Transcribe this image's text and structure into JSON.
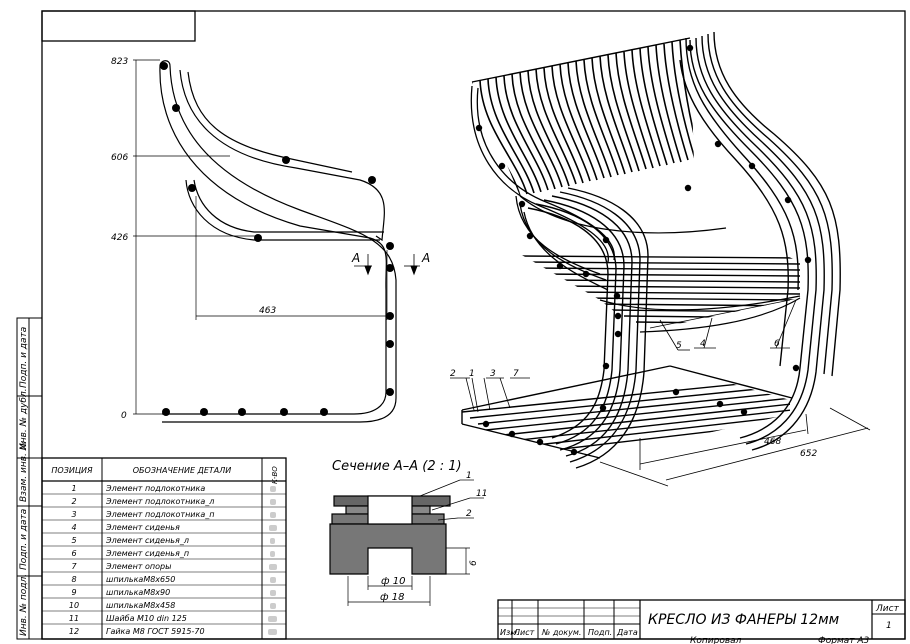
{
  "drawing": {
    "title": "КРЕСЛО ИЗ ФАНЕРЫ 12мм",
    "section_title": "Сечение А–А (2 : 1)",
    "section_marker": "А",
    "side_view_dims": {
      "h823": "823",
      "h606": "606",
      "h426": "426",
      "h0": "0",
      "seat_depth": "463"
    },
    "iso_dims": {
      "inner": "468",
      "outer": "652"
    },
    "iso_callouts": [
      "2",
      "1",
      "3",
      "7",
      "5",
      "4",
      "6"
    ],
    "section_callouts": [
      "1",
      "11",
      "2"
    ],
    "section_dims": {
      "d_inner": "ф 10",
      "d_outer": "ф 18",
      "depth": "6"
    }
  },
  "parts_table": {
    "headers": [
      "ПОЗИЦИЯ",
      "ОБОЗНАЧЕНИЕ ДЕТАЛИ",
      "К-ВО"
    ],
    "rows": [
      [
        "1",
        "Элемент подлокотника"
      ],
      [
        "2",
        "Элемент подлокотника_л"
      ],
      [
        "3",
        "Элемент подлокотника_п"
      ],
      [
        "4",
        "Элемент сиденья"
      ],
      [
        "5",
        "Элемент сиденья_л"
      ],
      [
        "6",
        "Элемент сиденья_п"
      ],
      [
        "7",
        "Элемент опоры"
      ],
      [
        "8",
        "шпилькаМ8х650"
      ],
      [
        "9",
        "шпилькаМ8х90"
      ],
      [
        "10",
        "шпилькаМ8х458"
      ],
      [
        "11",
        "Шайба М10 din 125"
      ],
      [
        "12",
        "Гайка М8 ГОСТ 5915-70"
      ]
    ]
  },
  "side_labels": [
    "Подп. и дата",
    "Инв. № дубл.",
    "Взам. инв. №",
    "Подп. и дата",
    "Инв. № подл."
  ],
  "title_block": {
    "col_labels": [
      "Изм.",
      "Лист",
      "№ докум.",
      "Подп.",
      "Дата"
    ],
    "sheet_label": "Лист",
    "sheet_number": "1",
    "copied": "Копировал",
    "format": "Формат А3"
  }
}
